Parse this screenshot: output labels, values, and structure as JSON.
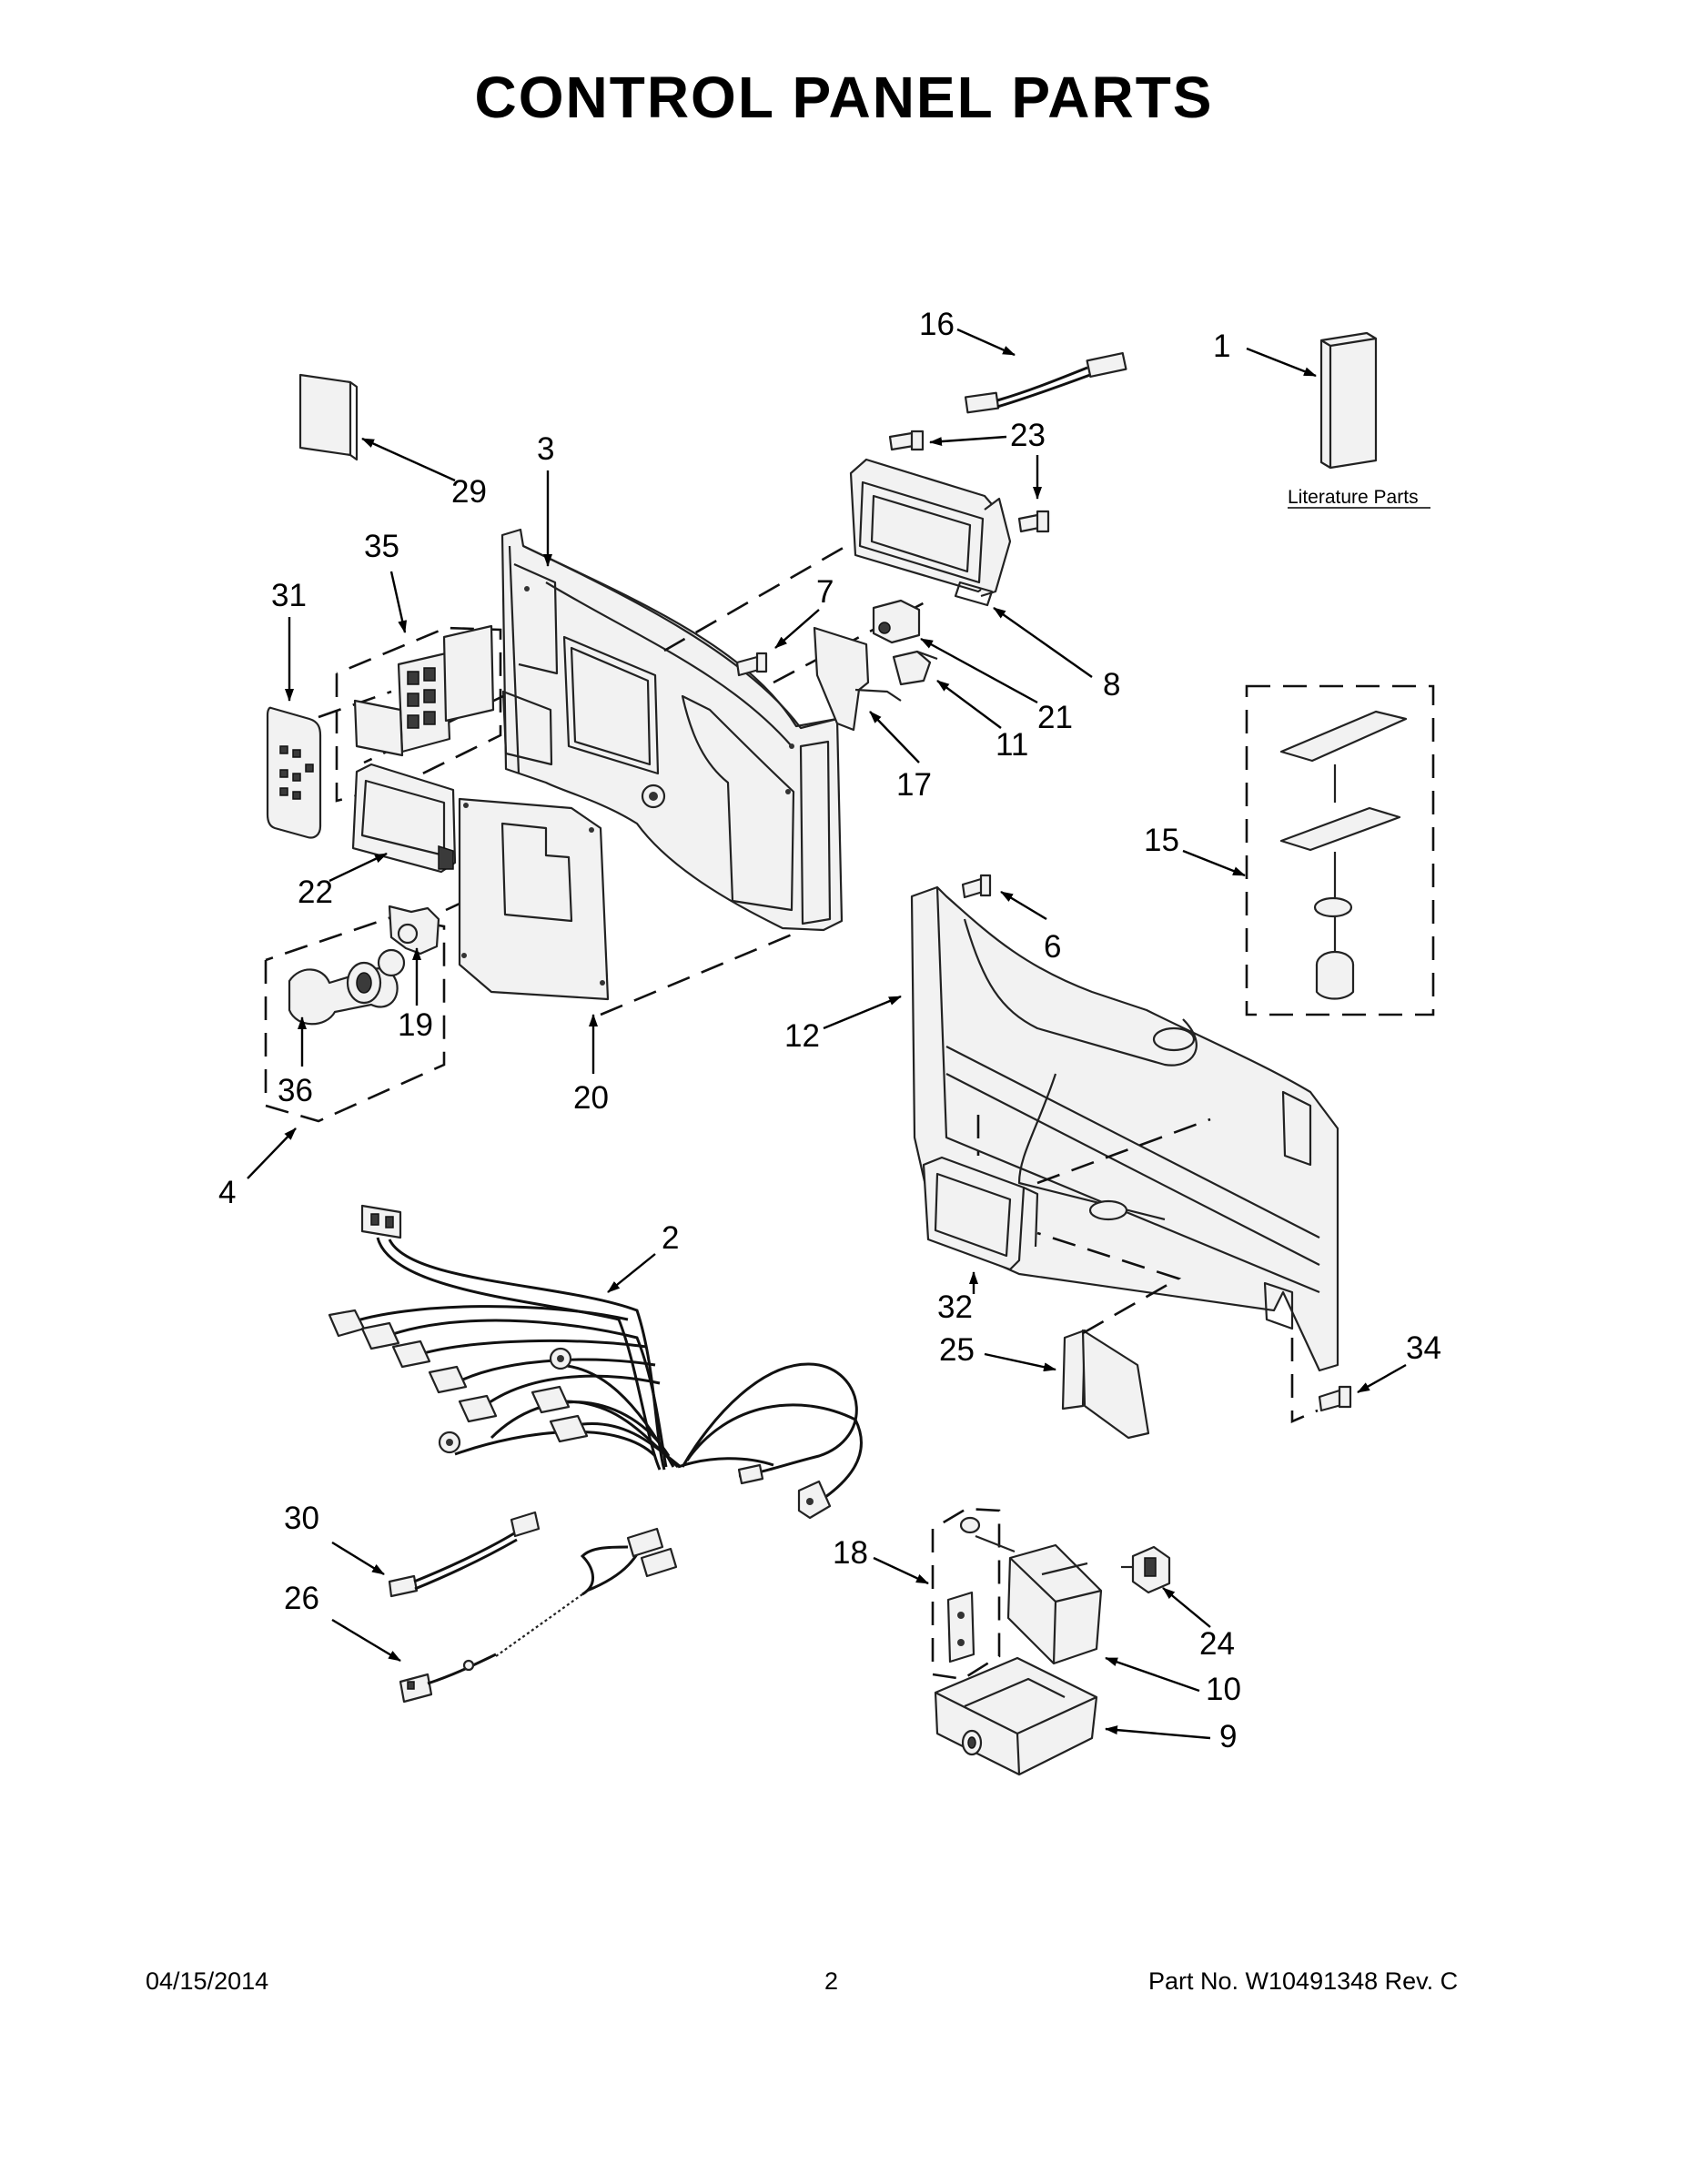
{
  "page": {
    "title": "CONTROL PANEL PARTS",
    "footer_date": "04/15/2014",
    "footer_page": "2",
    "footer_part": "Part No.  W10491348  Rev.  C"
  },
  "literature_label": "Literature Parts",
  "callouts": {
    "c1": "1",
    "c2": "2",
    "c3": "3",
    "c4": "4",
    "c6": "6",
    "c7": "7",
    "c8": "8",
    "c9": "9",
    "c10": "10",
    "c11": "11",
    "c12": "12",
    "c15": "15",
    "c16": "16",
    "c17": "17",
    "c18": "18",
    "c19": "19",
    "c20": "20",
    "c21": "21",
    "c22": "22",
    "c23": "23",
    "c24": "24",
    "c25": "25",
    "c26": "26",
    "c29": "29",
    "c30": "30",
    "c31": "31",
    "c32": "32",
    "c34": "34",
    "c35": "35",
    "c36": "36"
  }
}
